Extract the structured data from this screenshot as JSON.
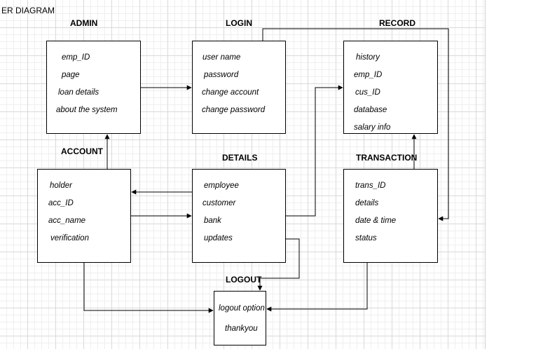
{
  "diagram": {
    "title": "ER DIAGRAM"
  },
  "entities": {
    "admin": {
      "title": "ADMIN",
      "attributes": [
        "emp_ID",
        "page",
        "loan details",
        "about the system"
      ]
    },
    "login": {
      "title": "LOGIN",
      "attributes": [
        "user name",
        "password",
        "change account",
        "change password"
      ]
    },
    "record": {
      "title": "RECORD",
      "attributes": [
        "history",
        "emp_ID",
        "cus_ID",
        "database",
        "salary info"
      ]
    },
    "account": {
      "title": "ACCOUNT",
      "attributes": [
        "holder",
        "acc_ID",
        "acc_name",
        "verification"
      ]
    },
    "details": {
      "title": "DETAILS",
      "attributes": [
        "employee",
        "customer",
        "bank",
        "updates"
      ]
    },
    "transaction": {
      "title": "TRANSACTION",
      "attributes": [
        "trans_ID",
        "details",
        "date & time",
        "status"
      ]
    },
    "logout": {
      "title": "LOGOUT",
      "attributes": [
        "logout option",
        "thankyou"
      ]
    }
  },
  "colors": {
    "stroke": "#000000",
    "grid": "#d9d9d9"
  }
}
